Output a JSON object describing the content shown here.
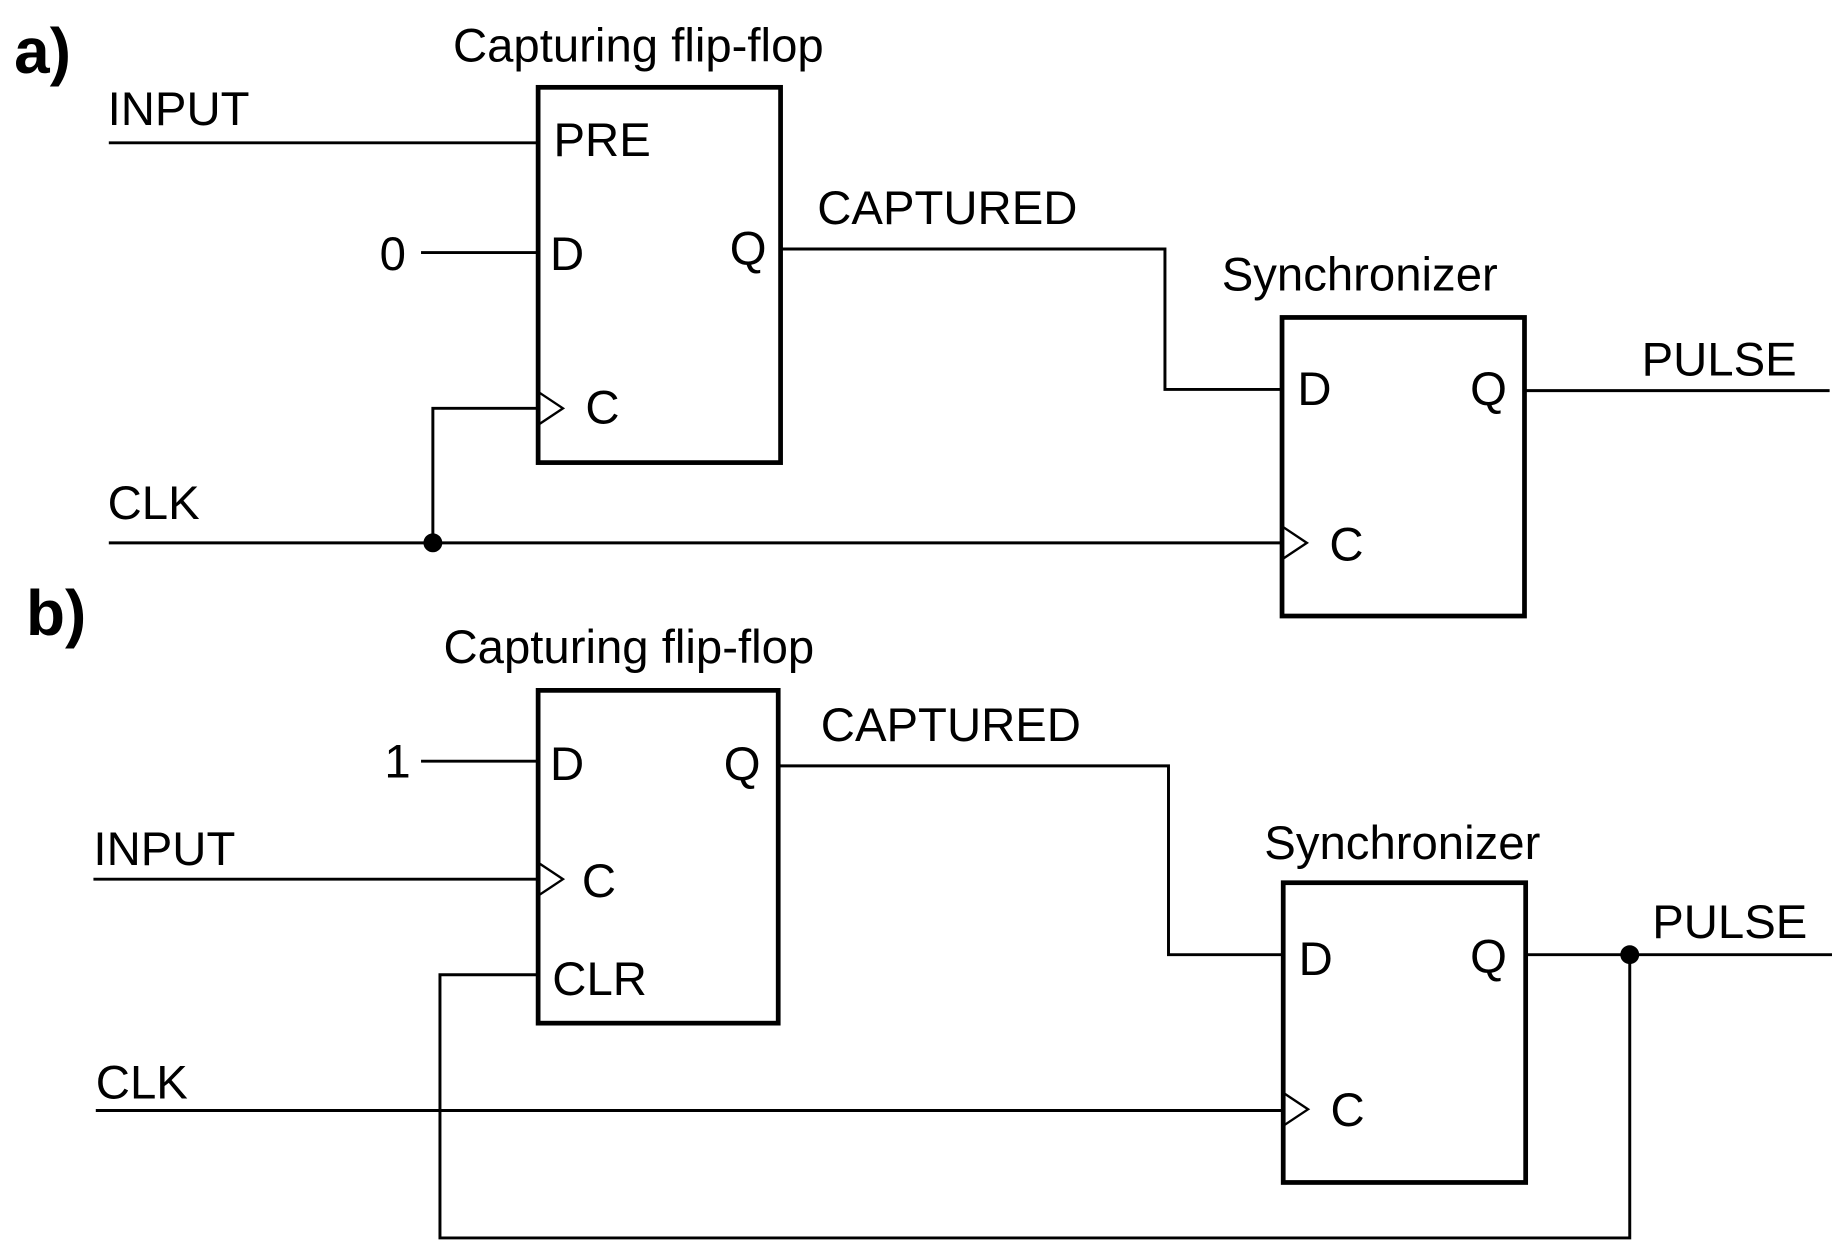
{
  "figure": {
    "parts": [
      {
        "label": "a)",
        "capture_ff": {
          "title": "Capturing flip-flop",
          "pins": {
            "pre": "PRE",
            "d": "D",
            "q": "Q",
            "c": "C"
          }
        },
        "synchronizer": {
          "title": "Synchronizer",
          "pins": {
            "d": "D",
            "q": "Q",
            "c": "C"
          }
        },
        "signals": {
          "input": "INPUT",
          "constant": "0",
          "captured": "CAPTURED",
          "clk": "CLK",
          "pulse": "PULSE"
        }
      },
      {
        "label": "b)",
        "capture_ff": {
          "title": "Capturing flip-flop",
          "pins": {
            "d": "D",
            "q": "Q",
            "c": "C",
            "clr": "CLR"
          }
        },
        "synchronizer": {
          "title": "Synchronizer",
          "pins": {
            "d": "D",
            "q": "Q",
            "c": "C"
          }
        },
        "signals": {
          "input": "INPUT",
          "constant": "1",
          "captured": "CAPTURED",
          "clk": "CLK",
          "pulse": "PULSE"
        }
      }
    ]
  }
}
